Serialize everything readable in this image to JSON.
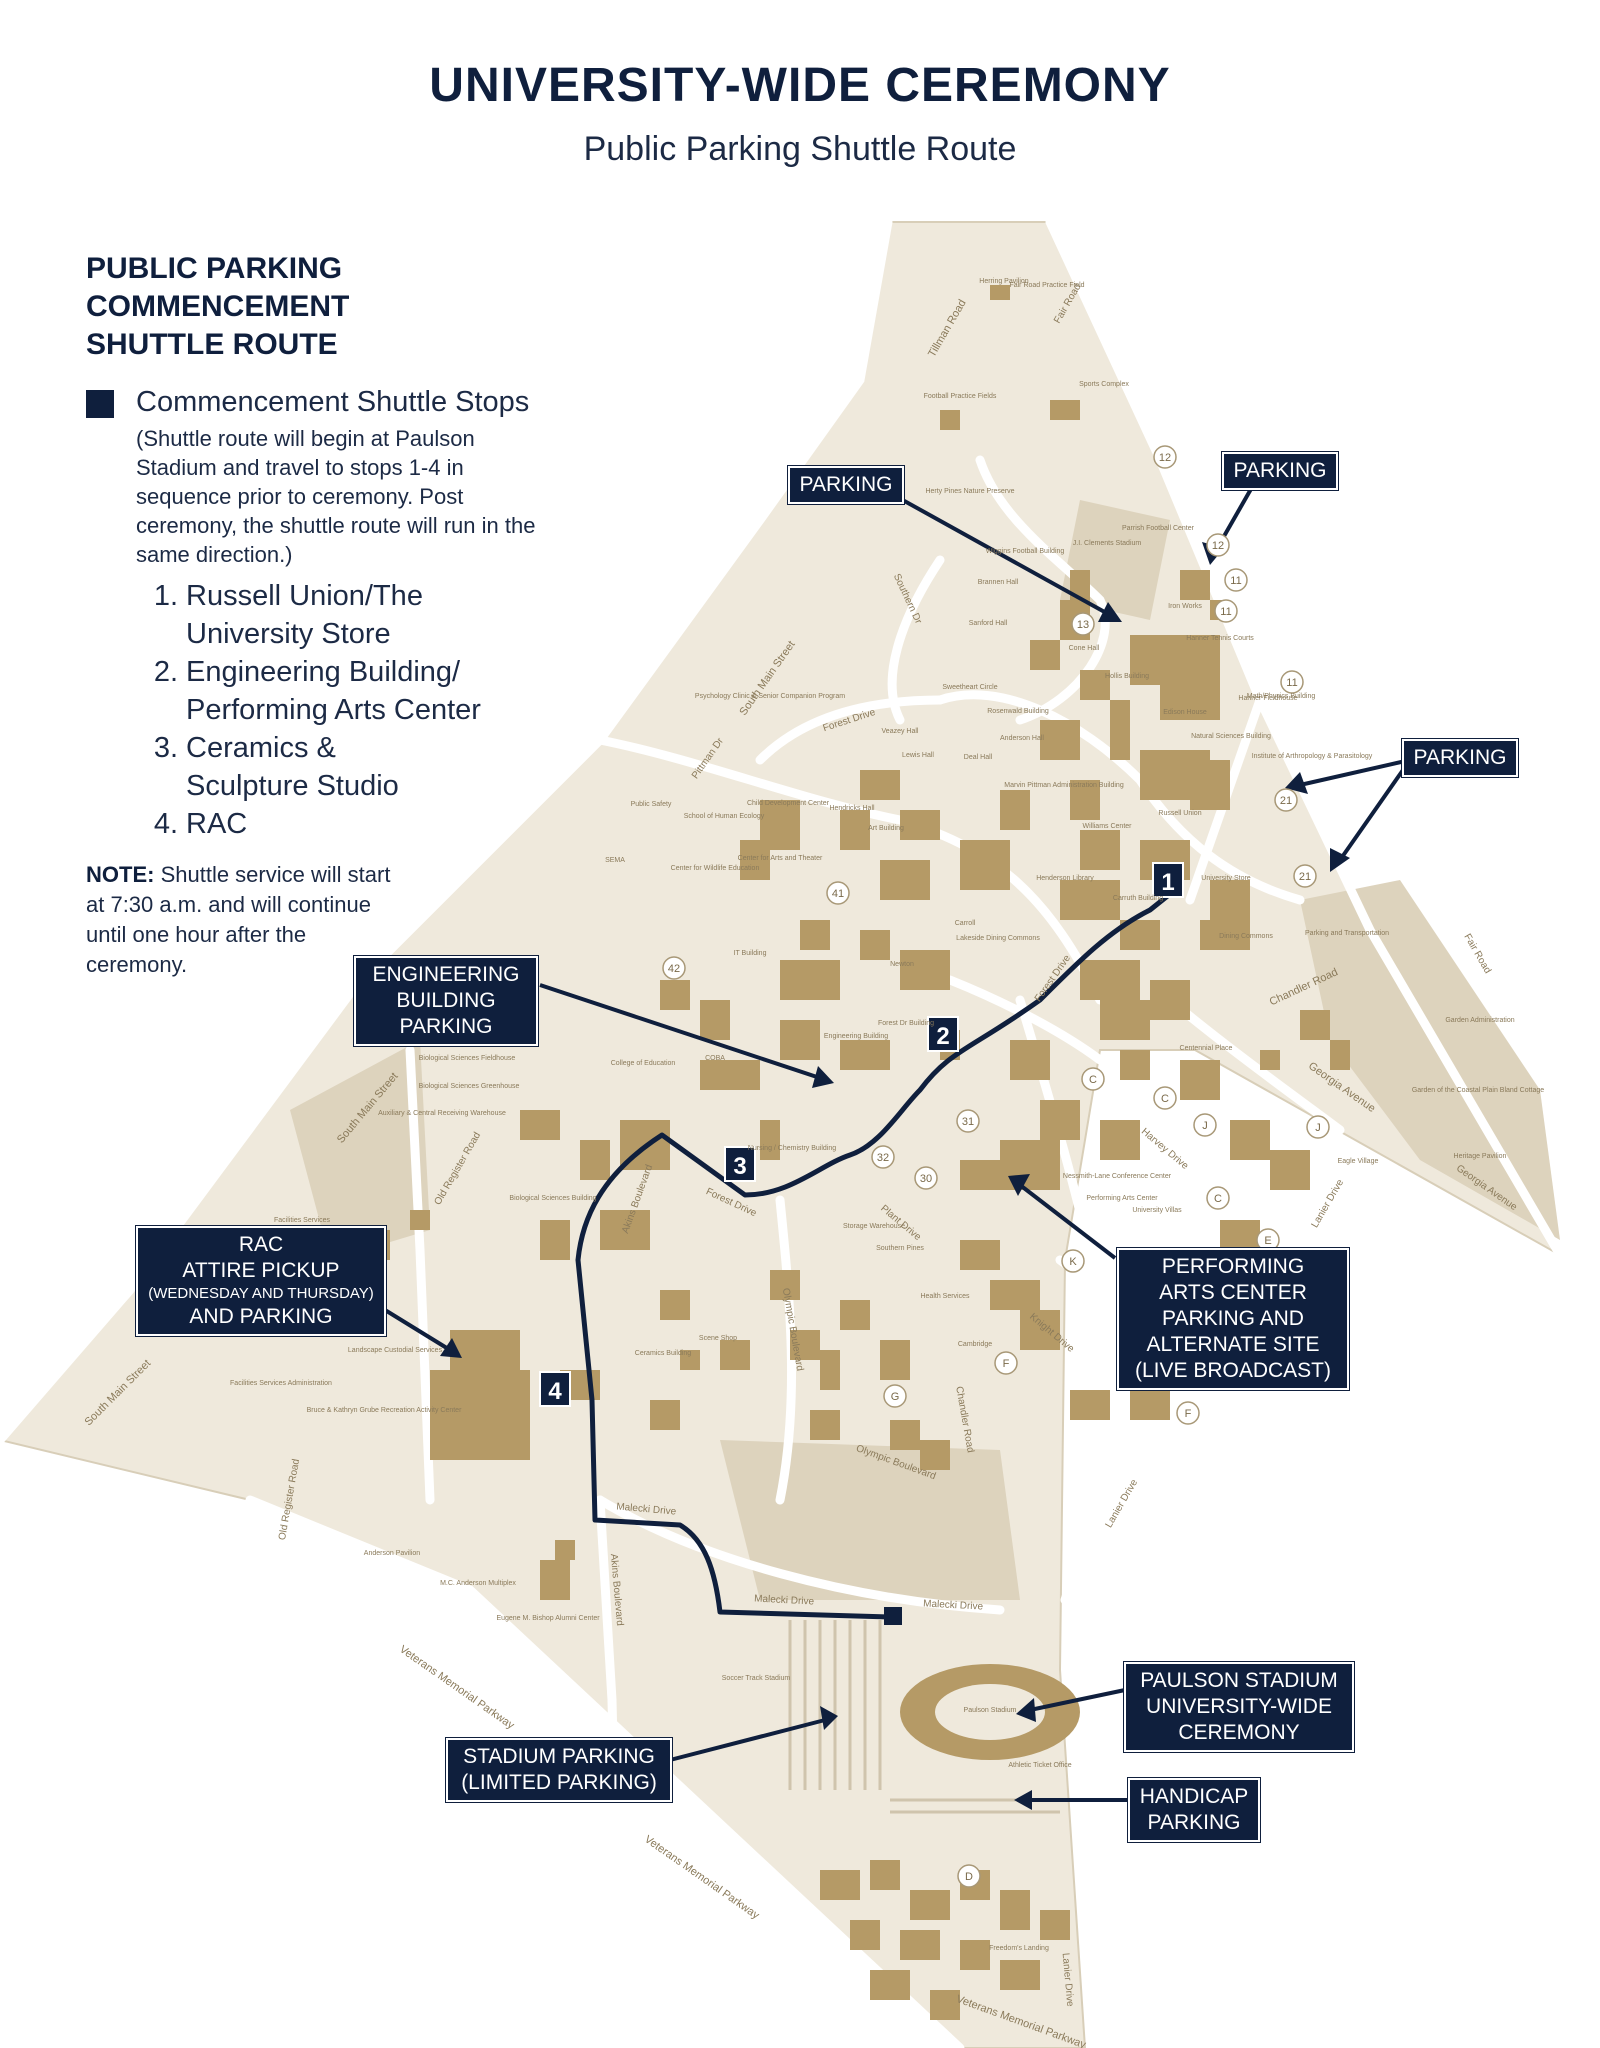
{
  "title": "UNIVERSITY-WIDE CEREMONY",
  "subtitle": "Public Parking Shuttle Route",
  "legend": {
    "heading_lines": [
      "PUBLIC PARKING",
      "COMMENCEMENT",
      "SHUTTLE ROUTE"
    ],
    "item_label": "Commencement Shuttle Stops",
    "item_description": "(Shuttle route will begin at Paulson Stadium and travel to stops 1-4 in sequence prior to ceremony. Post ceremony, the shuttle route will run in the same direction.)",
    "stops": [
      {
        "num": "1.",
        "lines": [
          "Russell Union/The",
          "University Store"
        ]
      },
      {
        "num": "2.",
        "lines": [
          "Engineering Building/",
          "Performing Arts Center"
        ]
      },
      {
        "num": "3.",
        "lines": [
          "Ceramics &",
          "Sculpture Studio"
        ]
      },
      {
        "num": "4.",
        "lines": [
          "RAC"
        ]
      }
    ],
    "note_label": "NOTE:",
    "note_text": "Shuttle service will start at 7:30 a.m. and will continue until one hour after the ceremony."
  },
  "callouts": {
    "parking_north": "PARKING",
    "parking_ne": "PARKING",
    "parking_east": "PARKING",
    "engineering": [
      "ENGINEERING",
      "BUILDING",
      "PARKING"
    ],
    "rac": [
      "RAC",
      "ATTIRE PICKUP",
      "(WEDNESDAY AND THURSDAY)",
      "AND PARKING"
    ],
    "pac": [
      "PERFORMING",
      "ARTS CENTER",
      "PARKING AND",
      "ALTERNATE SITE",
      "(LIVE BROADCAST)"
    ],
    "paulson": [
      "PAULSON STADIUM",
      "UNIVERSITY-WIDE",
      "CEREMONY"
    ],
    "stadium_parking": [
      "STADIUM PARKING",
      "(LIMITED PARKING)"
    ],
    "handicap": [
      "HANDICAP",
      "PARKING"
    ]
  },
  "stop_markers": [
    "1",
    "2",
    "3",
    "4"
  ],
  "lot_markers": [
    "12",
    "12",
    "11",
    "11",
    "11",
    "13",
    "21",
    "21",
    "41",
    "42",
    "31",
    "32",
    "30",
    "C",
    "C",
    "C",
    "J",
    "J",
    "K",
    "E",
    "G",
    "F",
    "F",
    "D"
  ],
  "map_labels": {
    "tillman_road": "Tillman Road",
    "fair_road_n": "Fair Road",
    "fair_road_e": "Fair Road",
    "south_main_street_n": "South Main Street",
    "south_main_street_mid": "South Main Street",
    "south_main_street_s": "South Main Street",
    "southern_dr": "Southern Dr",
    "forest_drive_n": "Forest Drive",
    "forest_drive_mid": "Forest Drive",
    "forest_drive_s": "Forest Drive",
    "chandler_road": "Chandler Road",
    "chandler_road_s": "Chandler Road",
    "georgia_avenue": "Georgia Avenue",
    "georgia_avenue_e": "Georgia Avenue",
    "akins_boulevard": "Akins Boulevard",
    "akins_boulevard_s": "Akins Boulevard",
    "olympic_boulevard": "Olympic Boulevard",
    "olympic_boulevard_s": "Olympic Boulevard",
    "malecki_drive_w": "Malecki Drive",
    "malecki_drive_mid": "Malecki Drive",
    "malecki_drive_e": "Malecki Drive",
    "old_register_road_n": "Old Register Road",
    "old_register_road_s": "Old Register Road",
    "veterans_memorial_parkway_w": "Veterans Memorial Parkway",
    "veterans_memorial_parkway_mid": "Veterans Memorial Parkway",
    "veterans_memorial_parkway_s": "Veterans Memorial Parkway",
    "lanier_drive_n": "Lanier Drive",
    "lanier_drive_mid": "Lanier Drive",
    "lanier_drive_s": "Lanier Drive",
    "harvey_drive": "Harvey Drive",
    "knight_drive": "Knight Drive",
    "plant_drive": "Plant Drive",
    "pittman_dr": "Pittman Dr",
    "herty_pines": "Herty Pines Nature Preserve",
    "paulson_stadium": "Paulson Stadium",
    "soccer_track": "Soccer Track Stadium",
    "football_practice": "Football Practice Fields",
    "sports_complex": "Sports Complex",
    "hanner_tennis": "Hanner Tennis Courts",
    "henderson_library": "Henderson Library",
    "lakeside": "Lakeside Dining Commons",
    "nursing": "Nursing / Chemistry Building",
    "ceramics": "Ceramics Building",
    "scene_shop": "Scene Shop",
    "it_building": "IT Building",
    "college_education": "College of Education",
    "engineering_building": "Engineering Building",
    "performing_arts": "Performing Arts Center",
    "biological_sciences": "Biological Sciences Building",
    "facilities_services": "Facilities Services",
    "facilities_admin": "Facilities Services Administration",
    "anderson_pavilion": "Anderson Pavilion",
    "anderson_multiplex": "M.C. Anderson Multiplex",
    "bishop_alumni": "Eugene M. Bishop Alumni Center",
    "rac_building": "Bruce & Kathryn Grube Recreation Activity Center",
    "freedoms_landing": "Freedom's Landing",
    "southern_pines": "Southern Pines",
    "storage_warehouse": "Storage Warehouse",
    "russell_union": "Russell Union",
    "university_store": "University Store",
    "williams_center": "Williams Center",
    "carroll": "Carroll",
    "newton": "Newton",
    "hanner_fieldhouse": "Hanner Fieldhouse",
    "welcome": "Nessmith-Lane Conference Center",
    "parking_transport": "Parking and Transportation",
    "athletic_ticket": "Athletic Ticket Office",
    "garden_admin": "Garden Administration",
    "heritage": "Heritage Pavilion",
    "public_safety": "Public Safety",
    "cemetery": "Center for Wildlife Education",
    "psychology": "Psychology Clinic & Senior Companion Program",
    "child_dev": "Child Development Center",
    "art_building": "Art Building",
    "hendricks": "Hendricks Hall",
    "sanford": "Sanford Hall",
    "brannen": "Brannen Hall",
    "cone": "Cone Hall",
    "hollis": "Hollis Building",
    "rosenwald": "Rosenwald Building",
    "marvin_pittman": "Marvin Pittman Administration Building",
    "natural_sciences": "Natural Sciences Building",
    "math_physics": "Math/Physics Building",
    "anthropology": "Institute of Arthropology & Parasitology",
    "iron_works": "Iron Works",
    "clements": "J.I. Clements Stadium",
    "parrish": "Parrish Football Center",
    "herring": "Herring Pavilion",
    "fair_road_practice": "Fair Road Practice Field",
    "dining_commons": "Dining Commons",
    "centennial": "Centennial Place",
    "eagle_village": "Eagle Village",
    "university_villas": "University Villas",
    "cambridge": "Cambridge",
    "health_services": "Health Services",
    "landscape": "Landscape Custodial Services",
    "school_human_ecology": "School of Human Ecology",
    "center_arts": "Center for Arts and Theater",
    "veazey": "Veazey Hall",
    "lewis": "Lewis Hall",
    "deal": "Deal Hall",
    "sweetheart": "Sweetheart Circle",
    "anderson_hall": "Anderson Hall",
    "forest_dr_building": "Forest Dr Building",
    "coba": "COBA",
    "bio_fieldhouse": "Biological Sciences Fieldhouse",
    "bio_greenhouse": "Biological Sciences Greenhouse",
    "auxiliary": "Auxiliary & Central Receiving Warehouse",
    "wiggins": "Wiggins Football Building",
    "ecsemba": "SEMA",
    "garden_cottage": "Garden of the Coastal Plain Bland Cottage",
    "edison": "Edison House",
    "carruth": "Carruth Building"
  },
  "colors": {
    "navy": "#0f1f3d",
    "campus_fill": "#efe9dc",
    "building": "#b59a66",
    "road": "#ffffff",
    "green_area": "#ddd3bd"
  }
}
